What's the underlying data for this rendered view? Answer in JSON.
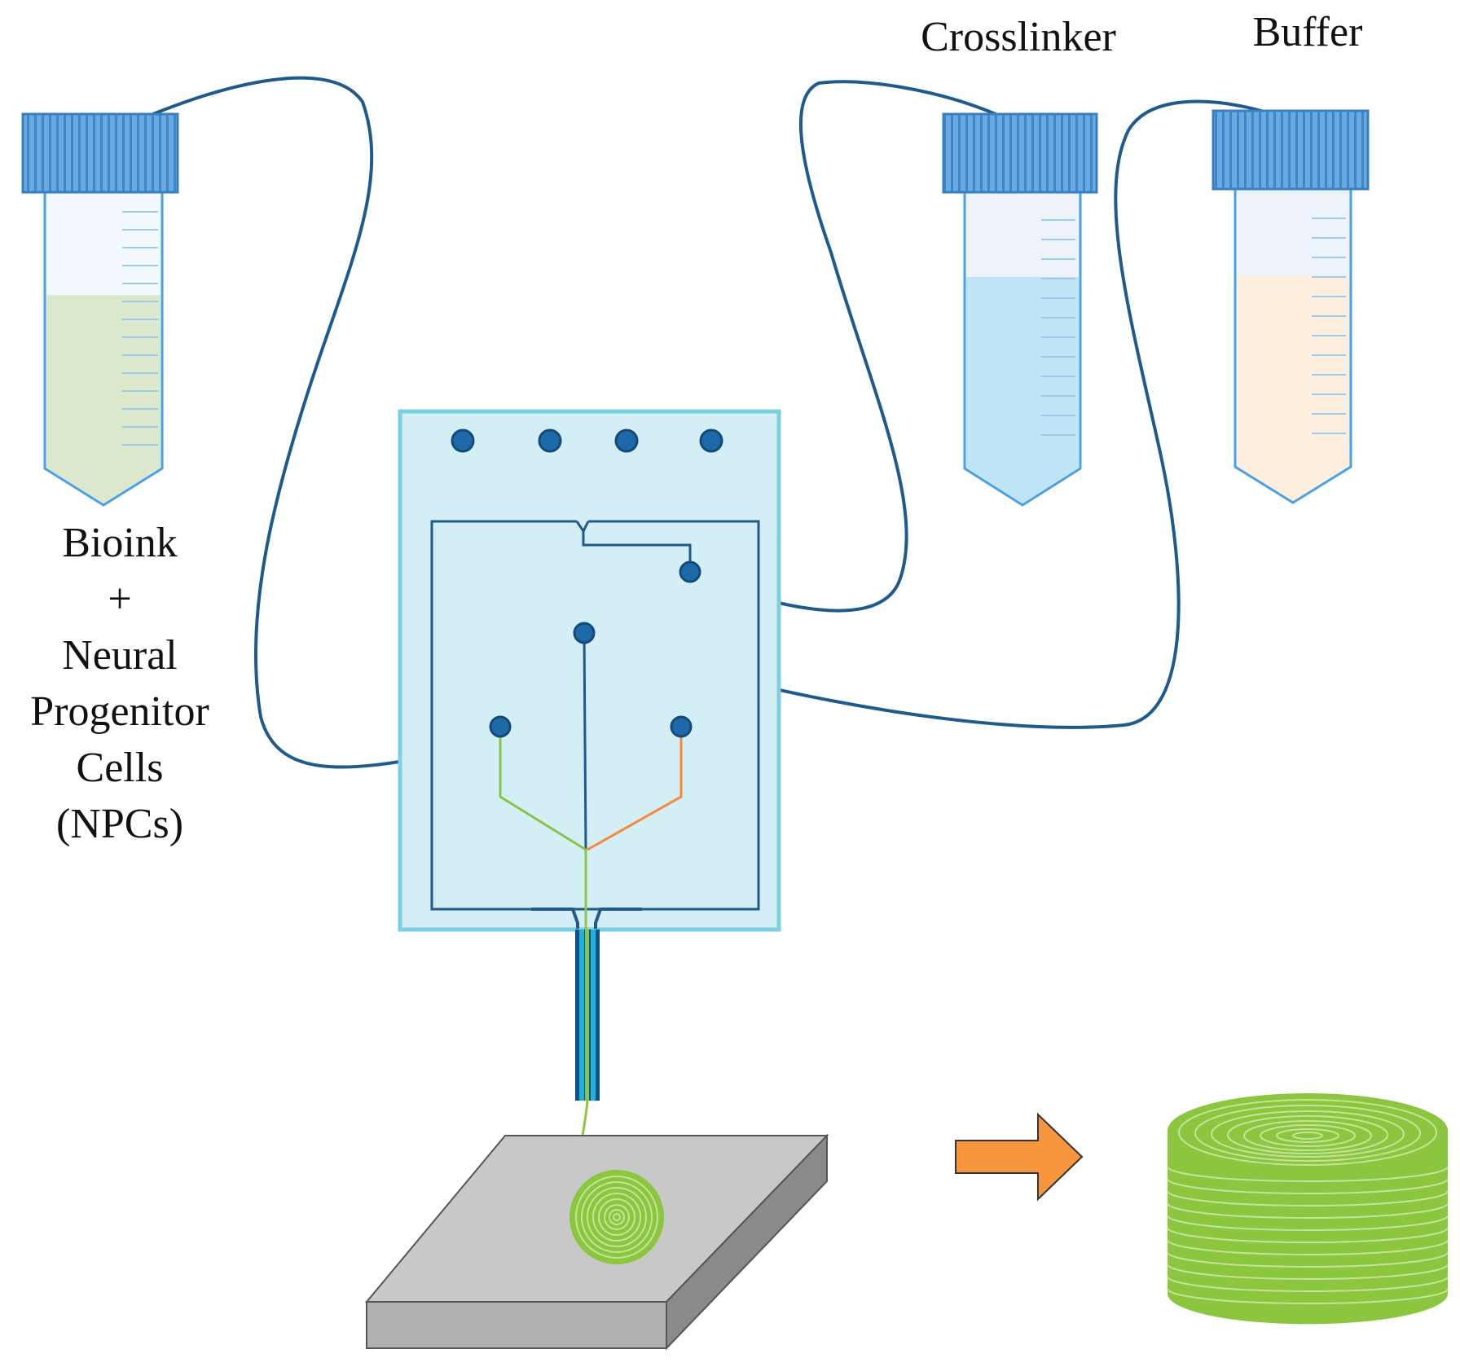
{
  "labels": {
    "bioink_lines": [
      "Bioink",
      "+",
      "Neural",
      "Progenitor",
      "Cells",
      "(NPCs)"
    ],
    "crosslinker": "Crosslinker",
    "buffer": "Buffer"
  },
  "colors": {
    "tube_cap": "#5b9fdc",
    "tube_cap_dark": "#3a7fc0",
    "tube_outline": "#4aa0e0",
    "bioink_fill": "#dbe8cc",
    "crosslinker_fill": "#bfe4f6",
    "buffer_fill": "#fdeedd",
    "tubing": "#1e5a8c",
    "chip_fill": "#d4eef5",
    "chip_border": "#7ccfe0",
    "channel": "#1e5a8c",
    "bioink_channel": "#8bc34a",
    "buffer_channel": "#f5893a",
    "fiber_green": "#8cc63f",
    "stage_top": "#c8c8c8",
    "stage_side": "#8a8a8a",
    "arrow": "#f7963c"
  },
  "icons": [
    "bioink-tube",
    "crosslinker-tube",
    "buffer-tube",
    "microfluidic-chip",
    "printing-stage",
    "printed-spiral",
    "process-arrow",
    "stacked-construct"
  ]
}
